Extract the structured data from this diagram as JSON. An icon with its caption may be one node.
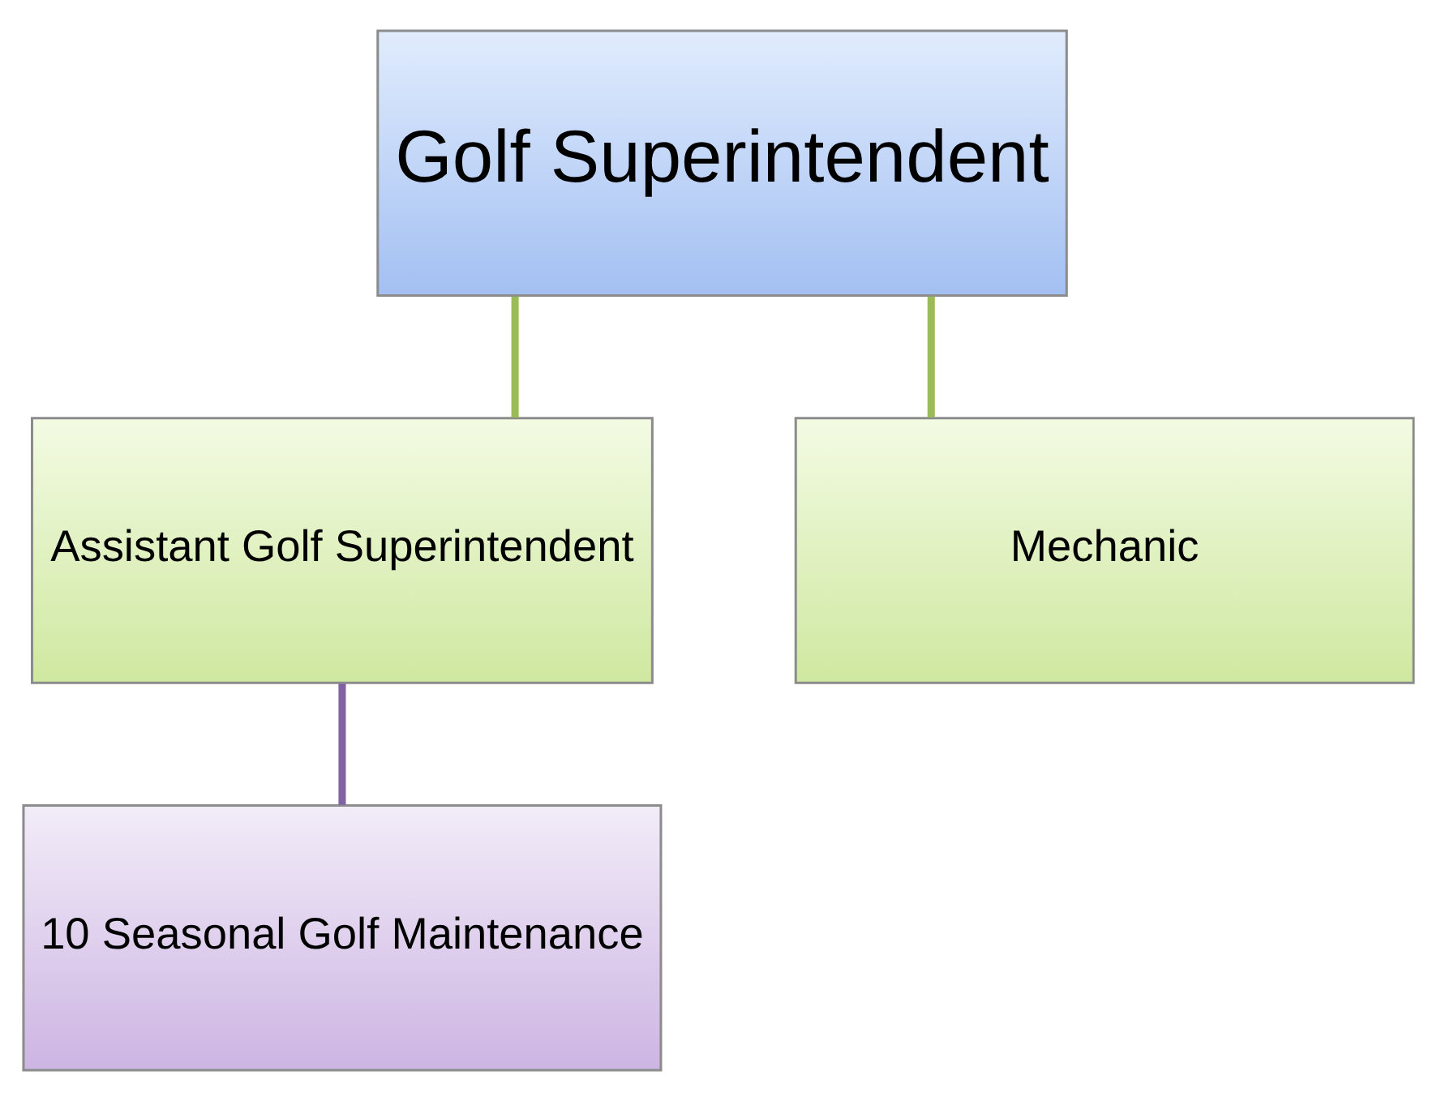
{
  "diagram": {
    "nodes": [
      {
        "text": [
          "Golf Superintendent"
        ]
      },
      {
        "text": [
          "Assistant Golf Superintendent"
        ]
      },
      {
        "text": [
          "Mechanic"
        ]
      },
      {
        "text": [
          "10 Seasonal Golf Maintenance"
        ]
      }
    ],
    "edges": [
      {
        "from": 0,
        "to": 1,
        "arrow": "none"
      },
      {
        "from": 0,
        "to": 2,
        "arrow": "none"
      },
      {
        "from": 1,
        "to": 3,
        "arrow": "none",
        "color": "#8064a2"
      }
    ]
  }
}
